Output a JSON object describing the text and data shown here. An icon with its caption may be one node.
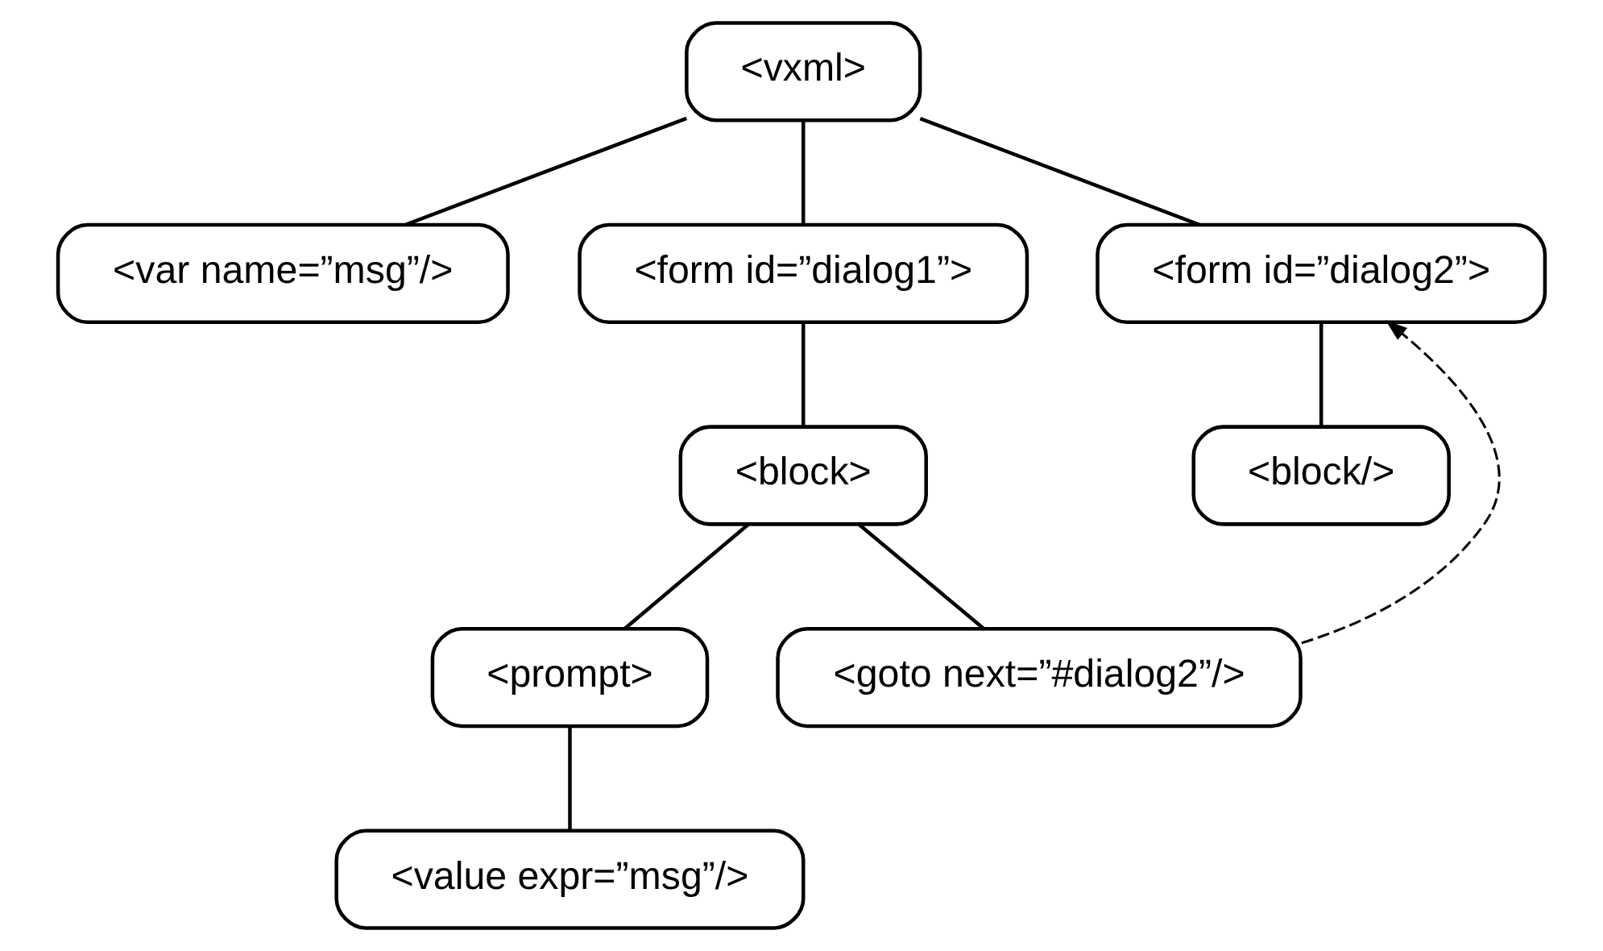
{
  "diagram": {
    "nodes": [
      {
        "text": [
          "<vxml>"
        ]
      },
      {
        "text": [
          "<var name=”msg”/>"
        ]
      },
      {
        "text": [
          "<form id=”dialog1”>"
        ]
      },
      {
        "text": [
          "<form id=”dialog2”>"
        ]
      },
      {
        "text": [
          "<block>"
        ]
      },
      {
        "text": [
          "<block/>"
        ]
      },
      {
        "text": [
          "<prompt>"
        ]
      },
      {
        "text": [
          "<goto next=”#dialog2”/>"
        ]
      },
      {
        "text": [
          "<value expr=”msg”/>"
        ]
      }
    ],
    "edges": [
      {
        "from": 0,
        "to": 1,
        "arrow": "none"
      },
      {
        "from": 0,
        "to": 2,
        "arrow": "none"
      },
      {
        "from": 0,
        "to": 3,
        "arrow": "none"
      },
      {
        "from": 2,
        "to": 4,
        "arrow": "none"
      },
      {
        "from": 3,
        "to": 5,
        "arrow": "none"
      },
      {
        "from": 4,
        "to": 6,
        "arrow": "none"
      },
      {
        "from": 4,
        "to": 7,
        "arrow": "none"
      },
      {
        "from": 6,
        "to": 8,
        "arrow": "none"
      },
      {
        "from": 7,
        "to": 3,
        "arrow": "to",
        "style": "dashed"
      }
    ]
  }
}
